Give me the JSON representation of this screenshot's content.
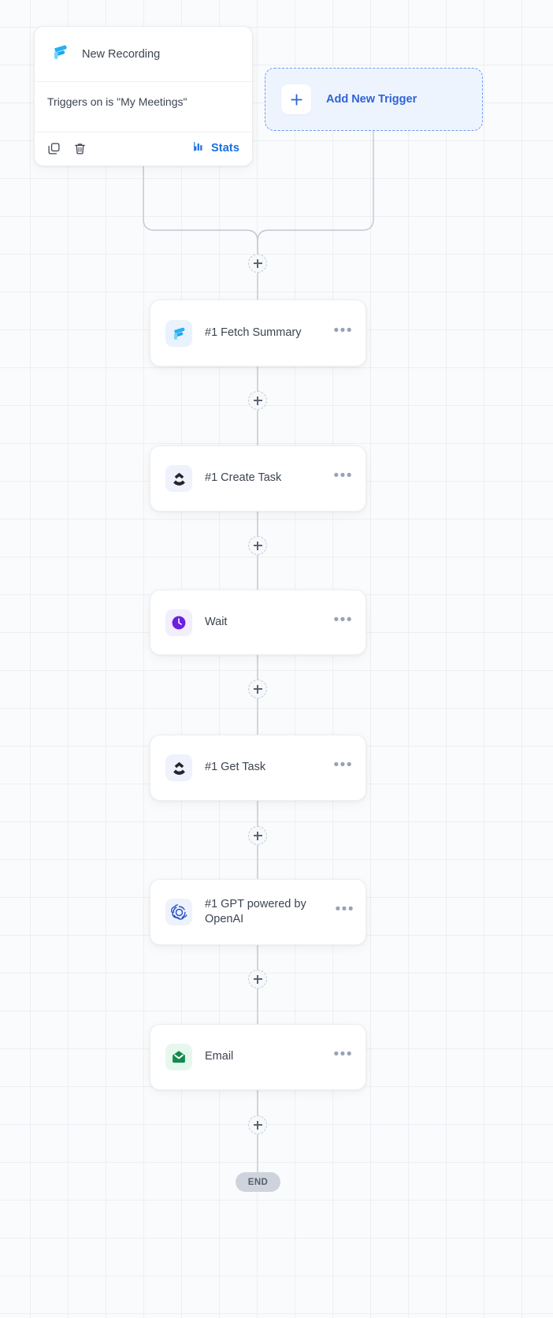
{
  "trigger": {
    "icon": "fathom-logo-icon",
    "title": "New Recording",
    "description": "Triggers on is \"My Meetings\"",
    "copy_icon": "copy-icon",
    "delete_icon": "trash-icon",
    "stats_icon": "bar-chart-icon",
    "stats_label": "Stats"
  },
  "add_trigger": {
    "plus_icon": "plus-icon",
    "label": "Add New Trigger"
  },
  "nodes": [
    {
      "label": "#1 Fetch Summary",
      "icon": "fathom-logo-icon",
      "menu": "•••"
    },
    {
      "label": "#1 Create Task",
      "icon": "clickup-icon",
      "menu": "•••"
    },
    {
      "label": "Wait",
      "icon": "clock-icon",
      "menu": "•••"
    },
    {
      "label": "#1 Get Task",
      "icon": "clickup-icon",
      "menu": "•••"
    },
    {
      "label": "#1 GPT powered by OpenAI",
      "icon": "openai-icon",
      "menu": "•••"
    },
    {
      "label": "Email",
      "icon": "envelope-icon",
      "menu": "•••"
    }
  ],
  "add_step_buttons": [
    {
      "name": "add-step-after-trigger"
    },
    {
      "name": "add-step-after-fetch-summary"
    },
    {
      "name": "add-step-after-create-task"
    },
    {
      "name": "add-step-after-wait"
    },
    {
      "name": "add-step-after-get-task"
    },
    {
      "name": "add-step-after-gpt"
    },
    {
      "name": "add-step-after-email"
    }
  ],
  "end": {
    "label": "END"
  },
  "colors": {
    "accent_blue": "#2f63d6",
    "link_blue": "#1a6fe0",
    "fathom_blue": "#27b0f0",
    "wait_purple": "#6d1fe0",
    "openai_blue": "#2250c8",
    "email_green": "#128a4f",
    "canvas": "#fafbfc",
    "wire": "#c3c8d0",
    "end_badge": "#cfd4dc"
  }
}
